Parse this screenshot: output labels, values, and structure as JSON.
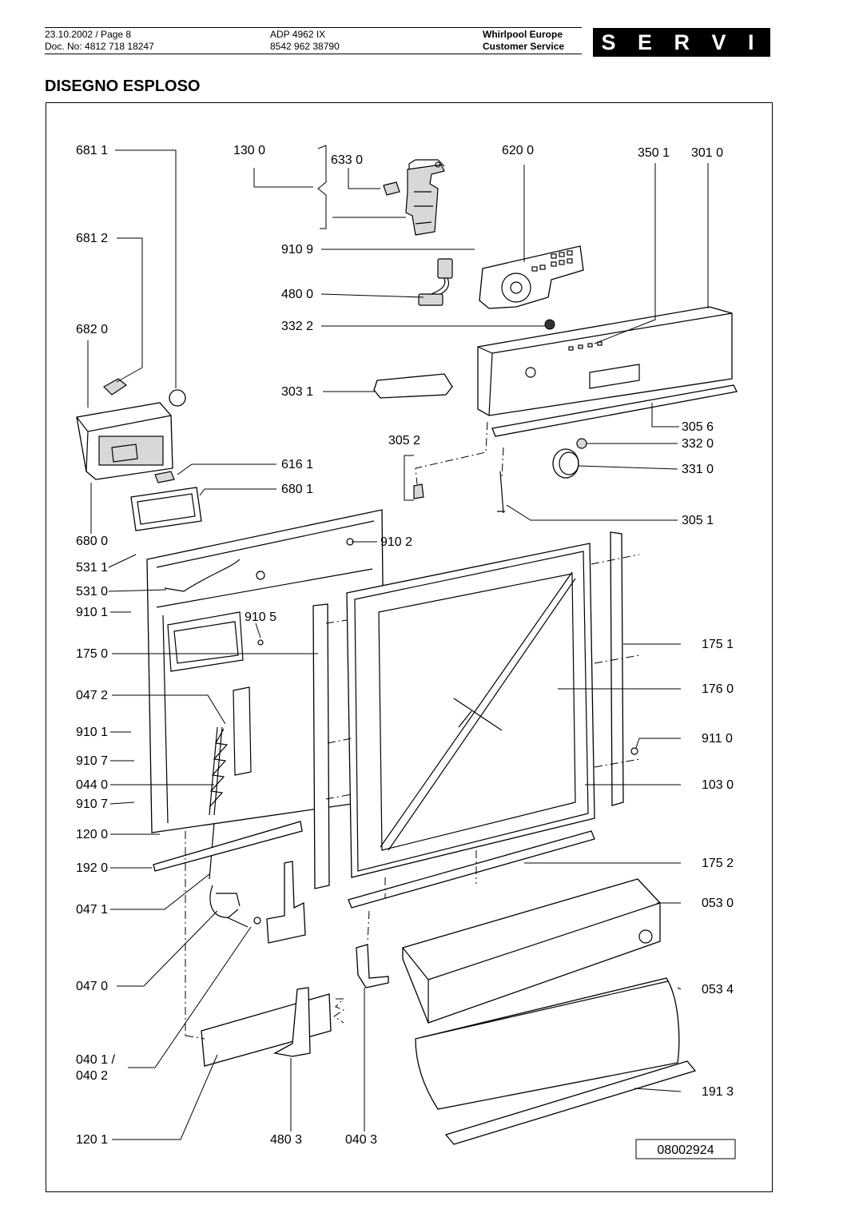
{
  "header": {
    "date_page": "23.10.2002 / Page 8",
    "doc_no": "Doc. No: 4812 718 18247",
    "model": "ADP 4962 IX",
    "model_code": "8542 962 38790",
    "company": "Whirlpool Europe",
    "department": "Customer Service",
    "service_label": "S E R V I C E"
  },
  "page_title": "DISEGNO ESPLOSO",
  "drawing_number": "08002924",
  "part_labels": [
    "681 1",
    "130 0",
    "633 0",
    "620 0",
    "350 1",
    "301 0",
    "681 2",
    "910 9",
    "480 0",
    "682 0",
    "332 2",
    "303 1",
    "305 6",
    "305 2",
    "332 0",
    "616 1",
    "331 0",
    "680 1",
    "305 1",
    "680 0",
    "910 2",
    "531 1",
    "531 0",
    "910 1",
    "910 5",
    "175 0",
    "175 1",
    "047 2",
    "176 0",
    "910 1",
    "911 0",
    "910 7",
    "044 0",
    "103 0",
    "910 7",
    "120 0",
    "192 0",
    "175 2",
    "047 1",
    "053 0",
    "047 0",
    "053 4",
    "040 1 /",
    "040 2",
    "191 3",
    "120 1",
    "480 3",
    "040 3"
  ]
}
